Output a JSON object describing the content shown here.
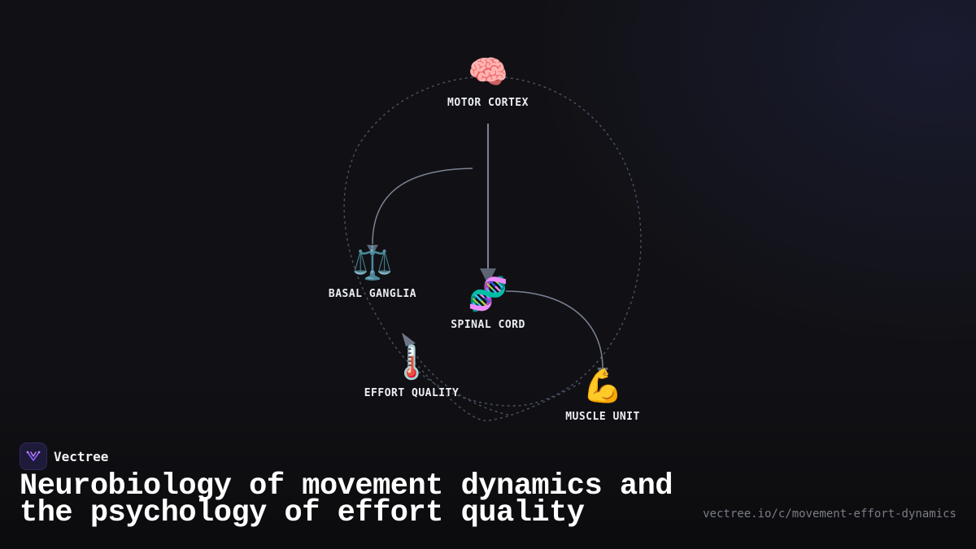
{
  "diagram": {
    "nodes": [
      {
        "id": "motor-cortex",
        "label": "MOTOR CORTEX",
        "icon": "🧠",
        "icon_name": "brain-icon"
      },
      {
        "id": "basal-ganglia",
        "label": "BASAL GANGLIA",
        "icon": "⚖️",
        "icon_name": "scales-icon"
      },
      {
        "id": "spinal-cord",
        "label": "SPINAL CORD",
        "icon": "🧬",
        "icon_name": "dna-icon"
      },
      {
        "id": "effort-quality",
        "label": "EFFORT QUALITY",
        "icon": "🌡️",
        "icon_name": "thermometer-icon"
      },
      {
        "id": "muscle-unit",
        "label": "MUSCLE UNIT",
        "icon": "💪",
        "icon_name": "flexed-bicep-icon"
      }
    ],
    "edges": [
      {
        "from": "motor-cortex",
        "to": "spinal-cord",
        "style": "solid"
      },
      {
        "from": "motor-cortex",
        "to": "basal-ganglia",
        "style": "solid"
      },
      {
        "from": "spinal-cord",
        "to": "muscle-unit",
        "style": "solid"
      },
      {
        "from": "muscle-unit",
        "to": "effort-quality",
        "style": "dashed"
      }
    ],
    "colors": {
      "edge": "#7b8394",
      "loop": "#4a5264",
      "accent": "#7c4dff"
    }
  },
  "brand": {
    "name": "Vectree",
    "logo_icon": "vectree-logo-icon"
  },
  "title": "Neurobiology of movement dynamics and the psychology of effort quality",
  "url": "vectree.io/c/movement-effort-dynamics"
}
